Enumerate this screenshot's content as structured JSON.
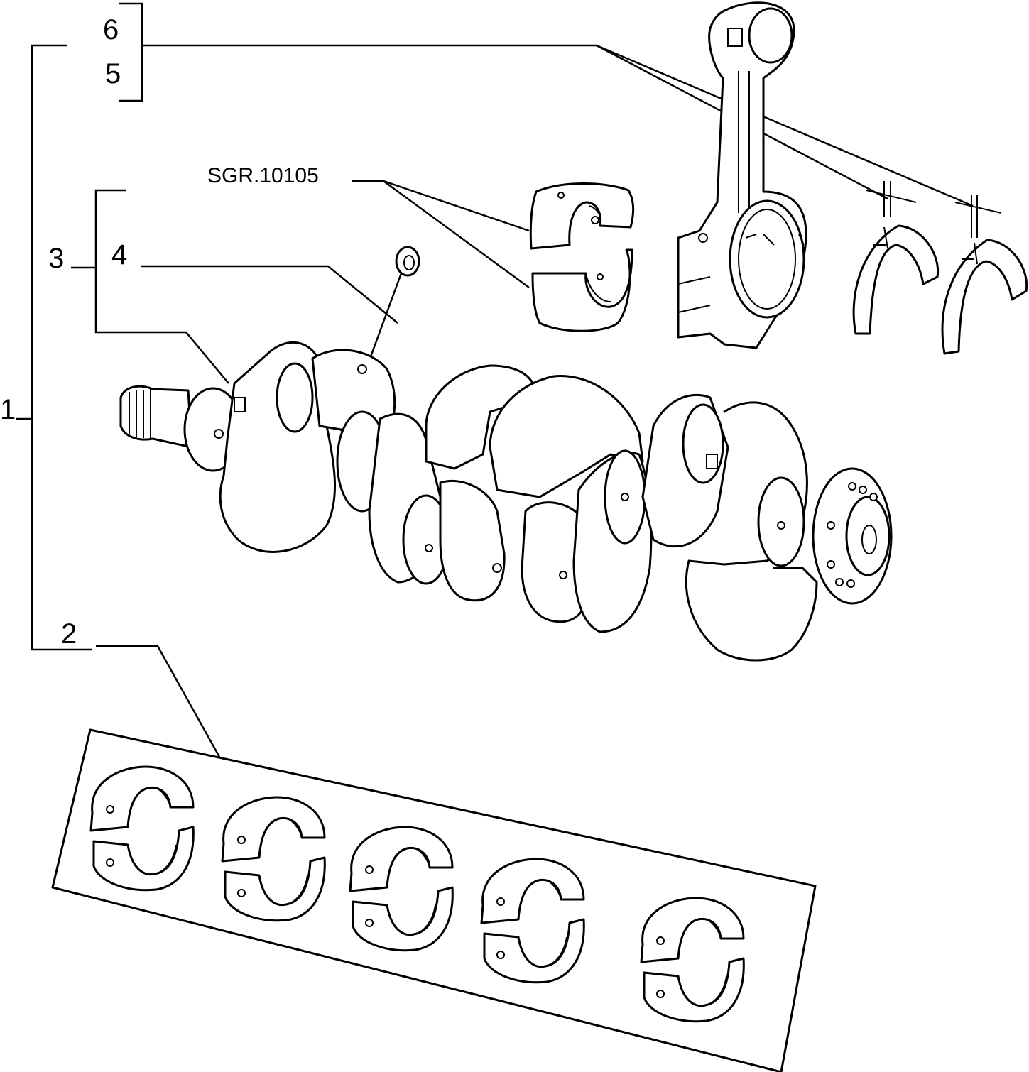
{
  "callouts": {
    "c1": "1",
    "c2": "2",
    "c3": "3",
    "c4": "4",
    "c5": "5",
    "c6": "6",
    "ref": "SGR.10105"
  },
  "shell_count": 5
}
